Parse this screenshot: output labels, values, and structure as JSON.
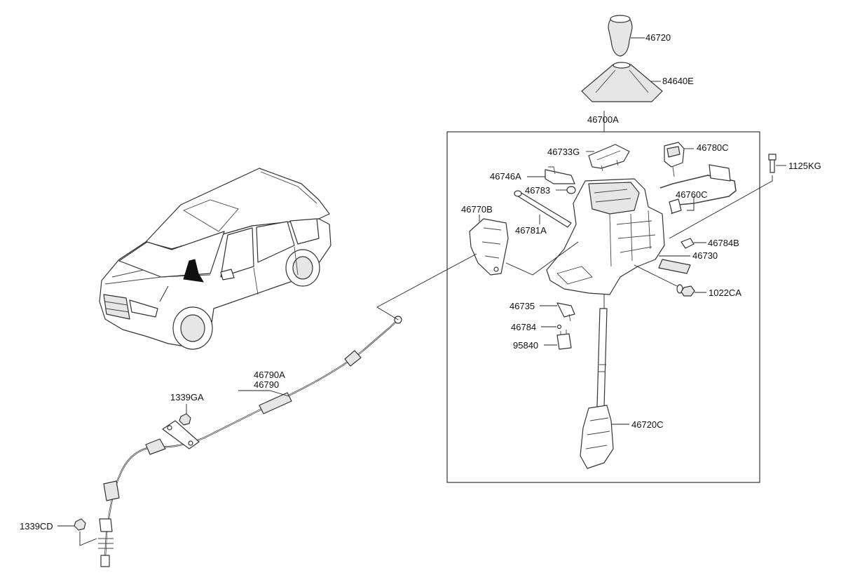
{
  "diagram": {
    "labels": {
      "p46720": "46720",
      "p84640E": "84640E",
      "p46700A": "46700A",
      "p46733G": "46733G",
      "p46780C": "46780C",
      "p1125KG": "1125KG",
      "p46746A": "46746A",
      "p46783": "46783",
      "p46760C": "46760C",
      "p46770B": "46770B",
      "p46781A": "46781A",
      "p46784B": "46784B",
      "p46730": "46730",
      "p1022CA": "1022CA",
      "p46735": "46735",
      "p46784": "46784",
      "p95840": "95840",
      "p46790A": "46790A",
      "p46790": "46790",
      "p1339GA": "1339GA",
      "p46720C": "46720C",
      "p1339CD": "1339CD"
    }
  }
}
